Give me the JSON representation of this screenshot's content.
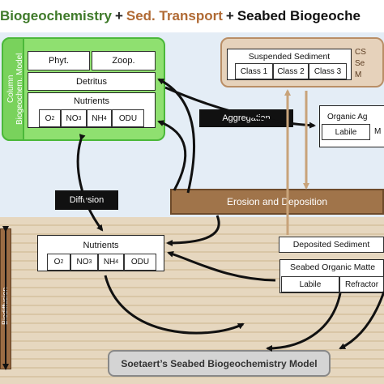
{
  "title": {
    "part1": "Biogeochemistry",
    "plus1": "+",
    "part2": "Sed. Transport",
    "plus2": "+",
    "part3": "Seabed Biogeoche"
  },
  "water_model": {
    "side_label": "Column\nBiogeochem. Model",
    "phyt": "Phyt.",
    "zoop": "Zoop.",
    "detritus": "Detritus",
    "nutrients_label": "Nutrients",
    "nutrients": [
      "O2",
      "NO3",
      "NH4",
      "ODU"
    ]
  },
  "sediment_model": {
    "title": "Suspended Sediment",
    "classes": [
      "Class 1",
      "Class 2",
      "Class 3"
    ],
    "side_fragment": "CS\nSe\nM"
  },
  "organic_aggregates": {
    "title": "Organic Ag",
    "labile": "Labile",
    "fragment": "M"
  },
  "processes": {
    "aggregation": "Aggregation",
    "diffusion": "Diffusion",
    "erosion": "Erosion and Deposition",
    "biodiffusion": "Biodiffusion"
  },
  "seabed_nutrients": {
    "title": "Nutrients",
    "items": [
      "O2",
      "NO3",
      "NH4",
      "ODU"
    ]
  },
  "deposited_sediment": "Deposited Sediment",
  "seabed_organic": {
    "title": "Seabed Organic Matte",
    "labile": "Labile",
    "refractory": "Refractor"
  },
  "footer": "Soetaert’s Seabed Biogeochemistry Model",
  "colors": {
    "water": "#e4edf6",
    "green": "#8fe070",
    "brown": "#a0744a",
    "sediment_panel": "#e6d2bb"
  }
}
